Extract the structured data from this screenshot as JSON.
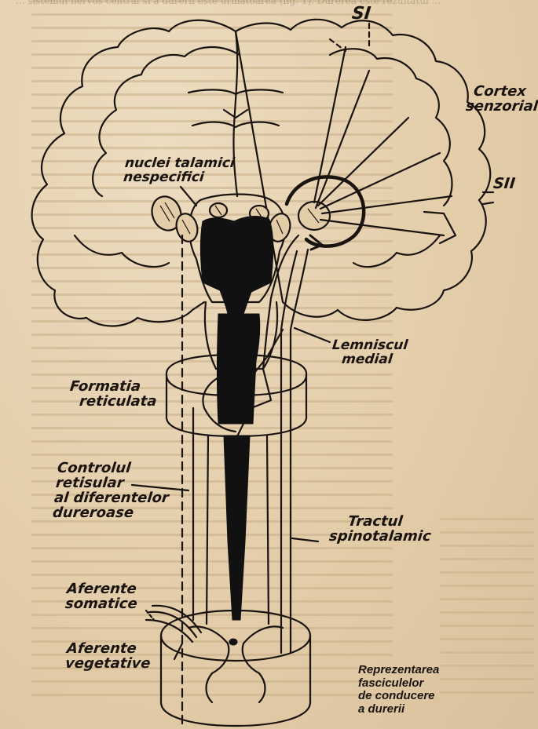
{
  "header_fragment": "... sistemul nervos central si a durerii este urmatoarea (fig. 1). Durerea este rezultatul ...",
  "labels": {
    "s1": "SI",
    "s2": "SII",
    "cortex_line1": "Cortex",
    "cortex_line2": "senzorial",
    "nuclei_line1": "nuclei talamici",
    "nuclei_line2": "nespecifici",
    "lemniscus_line1": "Lemniscul",
    "lemniscus_line2": "medial",
    "formatio_line1": "Formatia",
    "formatio_line2": "reticulata",
    "control_line1": "Controlul",
    "control_line2": "retisular",
    "control_line3": "al diferentelor",
    "control_line4": "dureroase",
    "tract_line1": "Tractul",
    "tract_line2": "spinotalamic",
    "aferente_somatice_line1": "Aferente",
    "aferente_somatice_line2": "somatice",
    "aferente_vegetative_line1": "Aferente",
    "aferente_vegetative_line2": "vegetative"
  },
  "caption": {
    "line1": "Reprezentarea",
    "line2": "fasciculelor",
    "line3": "de conducere",
    "line4": "a durerii"
  }
}
